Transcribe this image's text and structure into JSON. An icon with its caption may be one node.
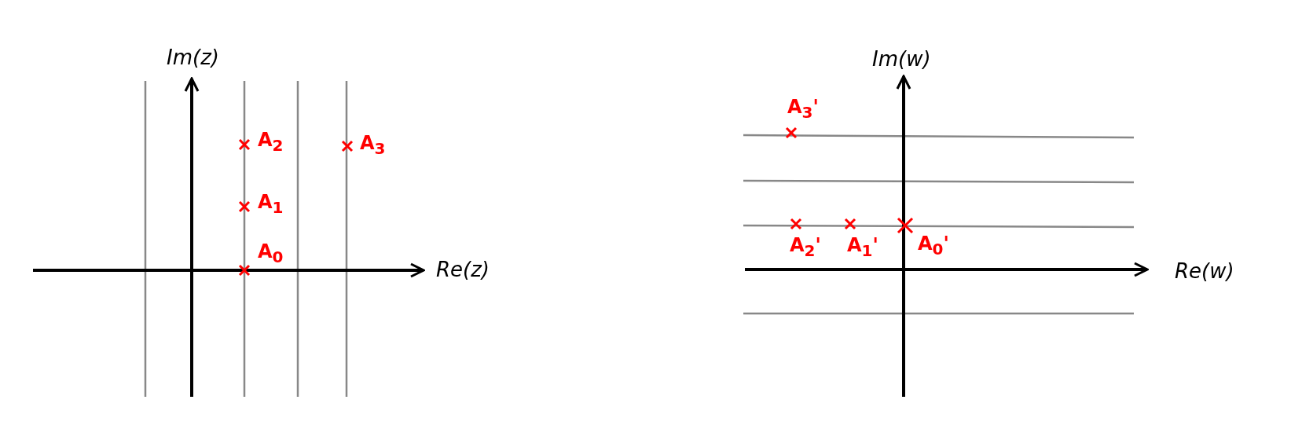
{
  "diagram": {
    "labels": [
      "Im(z)",
      "A$_{2}$",
      "A$_{3}$",
      "A$_{1}$",
      "A$_{0}$",
      "Re(z)",
      "Im(w)",
      "A$_{3}$'",
      "A$_{2}$'",
      "A$_{1}$'",
      "A$_{0}$'",
      "Re(w)"
    ]
  }
}
